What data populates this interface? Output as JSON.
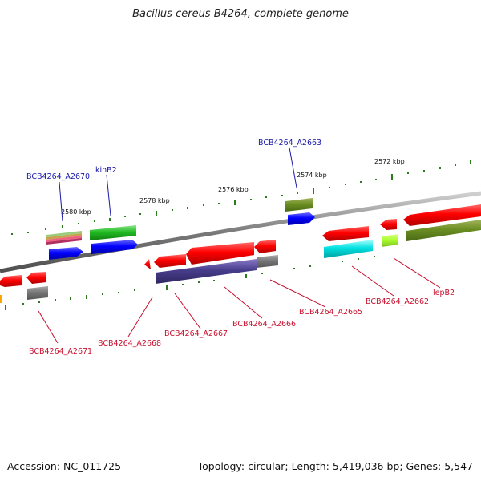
{
  "title": "Bacillus cereus B4264, complete genome",
  "footer": {
    "accession": "Accession: NC_011725",
    "summary": "Topology: circular; Length: 5,419,036 bp; Genes: 5,547"
  },
  "scale_labels": [
    "2580 kbp",
    "2578 kbp",
    "2576 kbp",
    "2574 kbp",
    "2572 kbp"
  ],
  "top_labels": [
    "BCB4264_A2670",
    "kinB2",
    "BCB4264_A2663"
  ],
  "bottom_labels": [
    "BCB4264_A2671",
    "BCB4264_A2668",
    "BCB4264_A2667",
    "BCB4264_A2666",
    "BCB4264_A2665",
    "BCB4264_A2662",
    "lepB2"
  ],
  "colors": {
    "forward_gene": "#1010ff",
    "reverse_gene": "#ff0000",
    "top_label": "#1a1aa8",
    "bottom_label": "#c8102e",
    "scale_tick": "#2d7a1f",
    "backbone": "#8a8a8a"
  }
}
